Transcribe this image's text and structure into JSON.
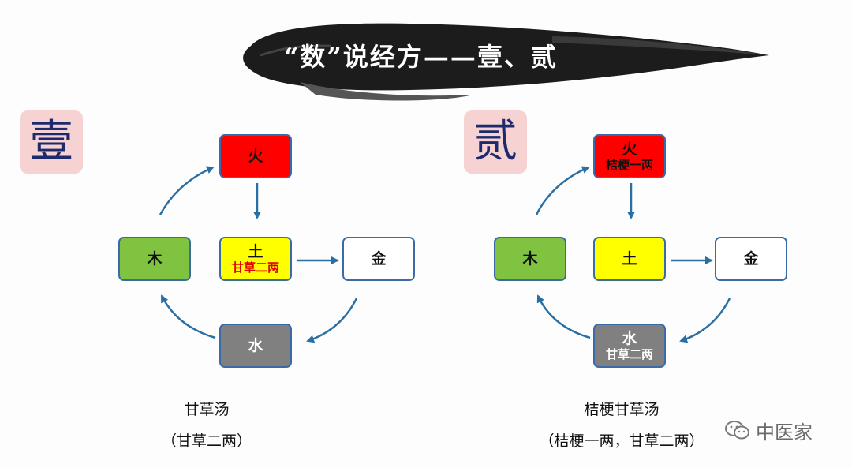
{
  "banner": {
    "title": "“数”说经方——壹、贰"
  },
  "panels": [
    {
      "badge": "壹",
      "boxes": {
        "fire": {
          "element": "火",
          "herb": ""
        },
        "earth": {
          "element": "土",
          "herb": "甘草二两"
        },
        "wood": {
          "element": "木",
          "herb": ""
        },
        "metal": {
          "element": "金",
          "herb": ""
        },
        "water": {
          "element": "水",
          "herb": ""
        }
      },
      "formula_name": "甘草汤",
      "formula_dose": "（甘草二两）"
    },
    {
      "badge": "贰",
      "boxes": {
        "fire": {
          "element": "火",
          "herb": "桔梗一两"
        },
        "earth": {
          "element": "土",
          "herb": ""
        },
        "wood": {
          "element": "木",
          "herb": ""
        },
        "metal": {
          "element": "金",
          "herb": ""
        },
        "water": {
          "element": "水",
          "herb": "甘草二两"
        }
      },
      "formula_name": "桔梗甘草汤",
      "formula_dose": "（桔梗一两，甘草二两）"
    }
  ],
  "watermark": {
    "text": "中医家",
    "icon": "wechat-icon"
  },
  "colors": {
    "fire": "#ff0000",
    "earth": "#ffff00",
    "wood": "#80c341",
    "metal": "#ffffff",
    "water": "#808080",
    "arrow": "#2a6fa3",
    "badge_bg": "#f6d2d2",
    "badge_text": "#1d2a6b",
    "earth_herb": "#e00000"
  }
}
